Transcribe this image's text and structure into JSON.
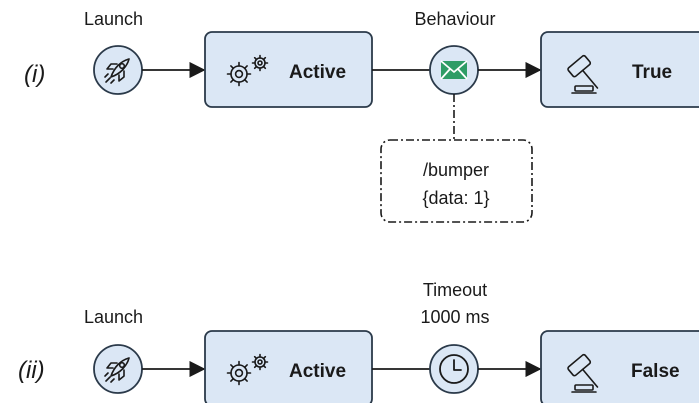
{
  "rows": [
    {
      "id": "i",
      "row_label": "(i)",
      "start_label": "Launch",
      "state_label": "Active",
      "event_label_lines": [
        "Behaviour"
      ],
      "event_icon": "envelope-icon",
      "event_color": "#2e9c66",
      "verdict_label": "True",
      "verdict_icon": "gavel-icon",
      "note_lines": [
        "/bumper",
        "{data: 1}"
      ]
    },
    {
      "id": "ii",
      "row_label": "(ii)",
      "start_label": "Launch",
      "state_label": "Active",
      "event_label_lines": [
        "Timeout",
        "1000 ms"
      ],
      "event_icon": "clock-icon",
      "verdict_label": "False",
      "verdict_icon": "gavel-icon"
    }
  ],
  "colors": {
    "node_fill": "#dbe7f5",
    "stroke": "#2b3a4a",
    "envelope_green": "#2e9c66"
  }
}
